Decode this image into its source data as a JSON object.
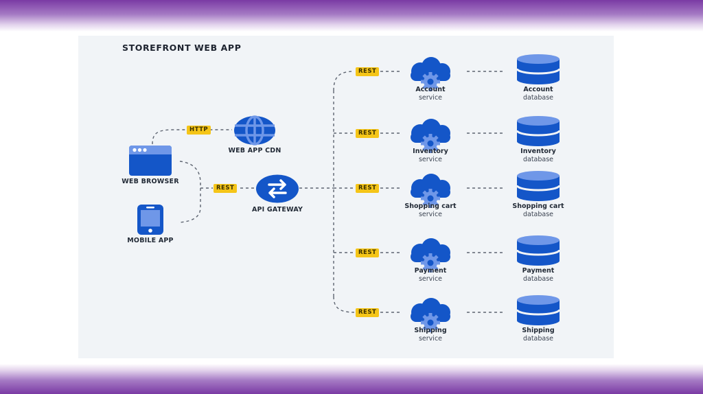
{
  "slide": {
    "theme": {
      "band_color": "#7a3aa4",
      "panel_bg": "#f1f4f7",
      "icon_blue": "#1456c8",
      "icon_light": "#6f97e8",
      "badge_color": "#f5c518"
    }
  },
  "diagram": {
    "title": "STOREFRONT WEB APP",
    "clients": [
      {
        "id": "web-browser",
        "label": "WEB BROWSER",
        "icon": "browser-window-icon"
      },
      {
        "id": "mobile-app",
        "label": "MOBILE APP",
        "icon": "smartphone-icon"
      }
    ],
    "cdn": {
      "label": "WEB APP CDN",
      "icon": "globe-icon",
      "protocol": "HTTP"
    },
    "gateway": {
      "label": "API GATEWAY",
      "icon": "exchange-arrows-icon",
      "protocol": "REST"
    },
    "services": [
      {
        "name": "Account",
        "sub": "service",
        "db_name": "Account",
        "db_sub": "database",
        "protocol": "REST"
      },
      {
        "name": "Inventory",
        "sub": "service",
        "db_name": "Inventory",
        "db_sub": "database",
        "protocol": "REST"
      },
      {
        "name": "Shopping cart",
        "sub": "service",
        "db_name": "Shopping cart",
        "db_sub": "database",
        "protocol": "REST"
      },
      {
        "name": "Payment",
        "sub": "service",
        "db_name": "Payment",
        "db_sub": "database",
        "protocol": "REST"
      },
      {
        "name": "Shipping",
        "sub": "service",
        "db_name": "Shipping",
        "db_sub": "database",
        "protocol": "REST"
      }
    ]
  }
}
